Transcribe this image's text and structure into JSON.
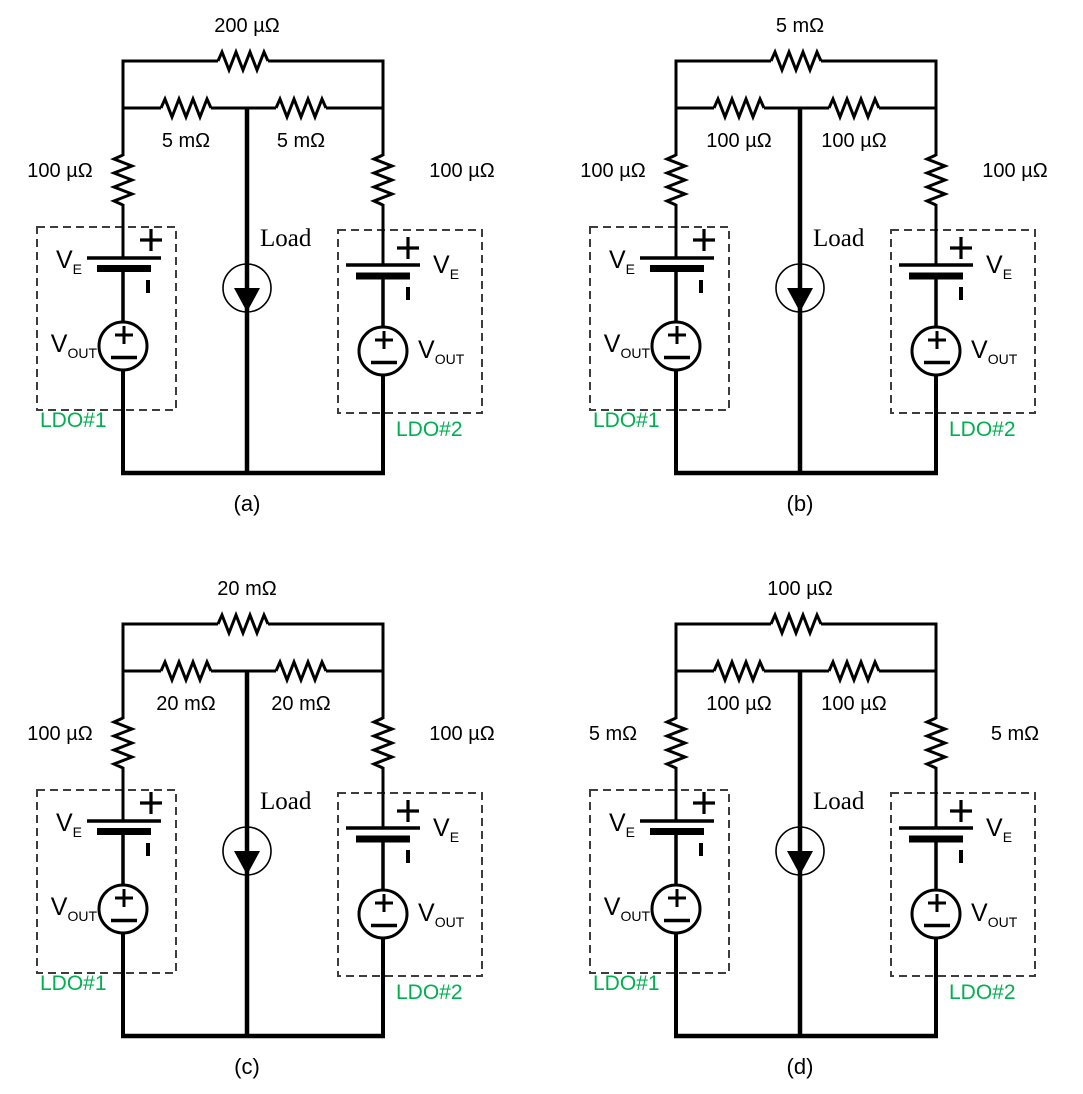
{
  "figure": {
    "colors": {
      "wire": "#000000",
      "ldo_label": "#00B050",
      "dashed_box": "#3d3d3d",
      "background": "#ffffff"
    },
    "shared": {
      "load_label": "Load",
      "ldo1_label": "LDO#1",
      "ldo2_label": "LDO#2",
      "v_main": "V",
      "v_e_sub": "E",
      "v_out_sub": "OUT"
    },
    "panels": [
      {
        "caption": "(a)",
        "top_r": "200 µΩ",
        "left_r": "100 µΩ",
        "mid_left_r": "5 mΩ",
        "mid_right_r": "5 mΩ",
        "right_r": "100 µΩ"
      },
      {
        "caption": "(b)",
        "top_r": "5 mΩ",
        "left_r": "100 µΩ",
        "mid_left_r": "100 µΩ",
        "mid_right_r": "100 µΩ",
        "right_r": "100 µΩ"
      },
      {
        "caption": "(c)",
        "top_r": "20 mΩ",
        "left_r": "100 µΩ",
        "mid_left_r": "20 mΩ",
        "mid_right_r": "20 mΩ",
        "right_r": "100 µΩ"
      },
      {
        "caption": "(d)",
        "top_r": "100 µΩ",
        "left_r": "5 mΩ",
        "mid_left_r": "100 µΩ",
        "mid_right_r": "100 µΩ",
        "right_r": "5 mΩ"
      }
    ]
  }
}
